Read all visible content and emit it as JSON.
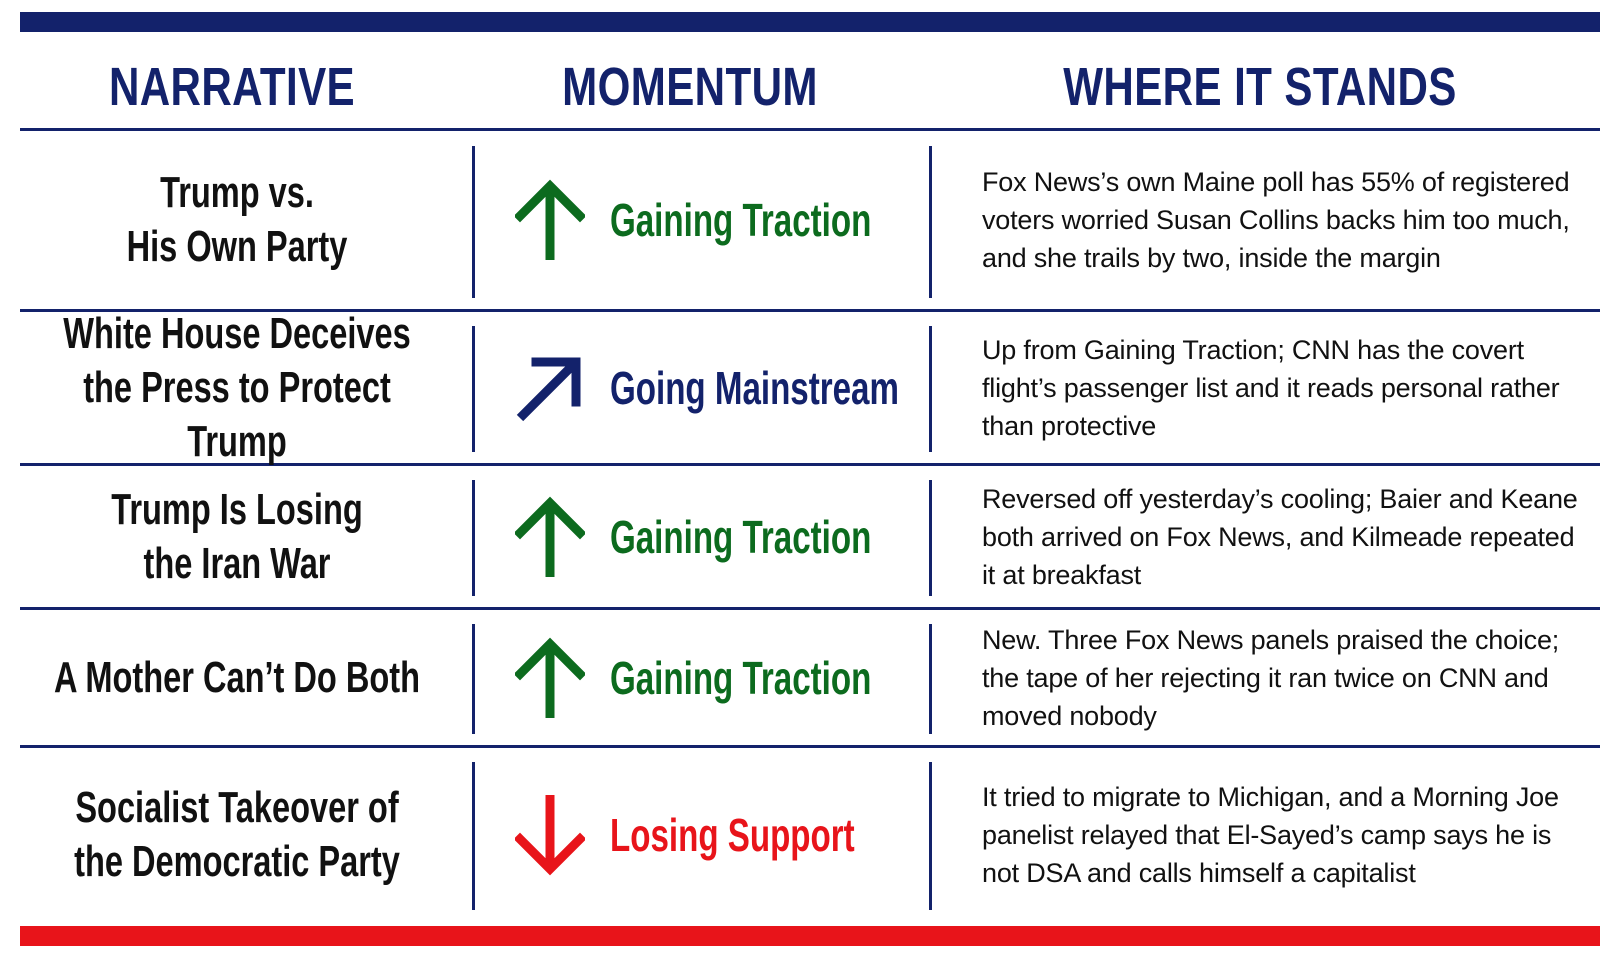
{
  "colors": {
    "navy": "#13226b",
    "green": "#0c6b1e",
    "red": "#e8141a"
  },
  "headers": {
    "narrative": "NARRATIVE",
    "momentum": "MOMENTUM",
    "where_it_stands": "WHERE IT STANDS"
  },
  "rows": [
    {
      "narrative": "Trump vs.\nHis Own Party",
      "momentum": "Gaining Traction",
      "momentum_icon": "arrow-up-icon",
      "momentum_color": "#0c6b1e",
      "where_it_stands": "Fox News’s own Maine poll has 55% of registered voters worried Susan Collins backs him too much, and she trails by two, inside the margin"
    },
    {
      "narrative": "White House Deceives\nthe Press to Protect Trump",
      "momentum": "Going Mainstream",
      "momentum_icon": "arrow-up-right-icon",
      "momentum_color": "#13226b",
      "where_it_stands": "Up from Gaining Traction; CNN has the covert flight’s passenger list and it reads personal rather than protective"
    },
    {
      "narrative": "Trump Is Losing\nthe Iran War",
      "momentum": "Gaining Traction",
      "momentum_icon": "arrow-up-icon",
      "momentum_color": "#0c6b1e",
      "where_it_stands": "Reversed off yesterday’s cooling; Baier and Keane both arrived on Fox News, and Kilmeade repeated it at breakfast"
    },
    {
      "narrative": "A Mother Can’t Do Both",
      "momentum": "Gaining Traction",
      "momentum_icon": "arrow-up-icon",
      "momentum_color": "#0c6b1e",
      "where_it_stands": "New. Three Fox News panels praised the choice; the tape of her rejecting it ran twice on CNN and moved nobody"
    },
    {
      "narrative": "Socialist Takeover of\nthe Democratic Party",
      "momentum": "Losing Support",
      "momentum_icon": "arrow-down-icon",
      "momentum_color": "#e8141a",
      "where_it_stands": "It tried to migrate to Michigan, and a Morning Joe panelist relayed that El-Sayed’s camp says he is not DSA and calls himself a capitalist"
    }
  ]
}
